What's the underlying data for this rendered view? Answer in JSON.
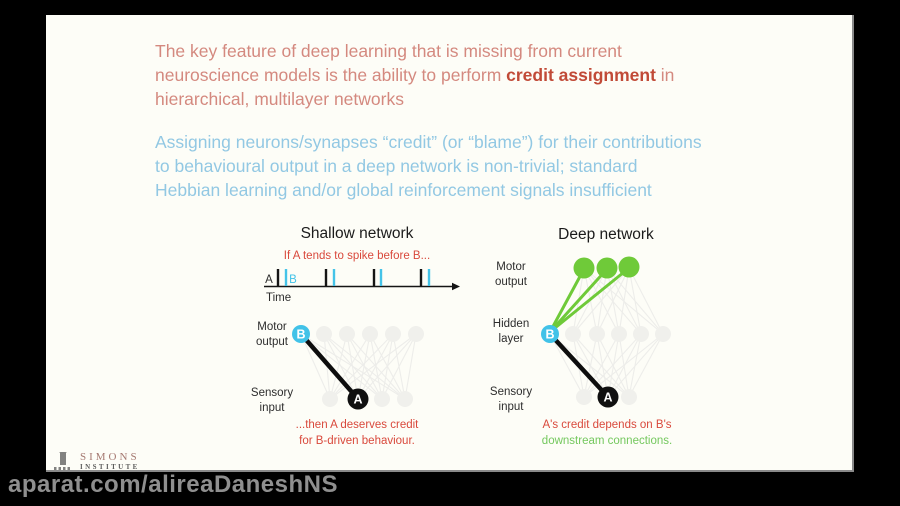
{
  "intro": {
    "line1": "The key feature of deep learning that is missing from current",
    "line2_pre": "neuroscience models is the ability to perform ",
    "line2_highlight": "credit assignment",
    "line2_post": " in",
    "line3": "hierarchical, multilayer networks"
  },
  "challenge": {
    "line1": "Assigning neurons/synapses “credit” (or “blame”) for their contributions",
    "line2": "to behavioural output in a deep network is non-trivial; standard",
    "line3": "Hebbian learning and/or global reinforcement signals insufficient"
  },
  "shallow": {
    "title": "Shallow network",
    "hint": "If A tends to spike before B...",
    "axis_label_a": "A",
    "axis_label_b": "B",
    "time_label": "Time",
    "motor_label_1": "Motor",
    "motor_label_2": "output",
    "sensory_label_1": "Sensory",
    "sensory_label_2": "input",
    "node_b": "B",
    "node_a": "A",
    "caption_1": "...then A deserves credit",
    "caption_2": "for B-driven behaviour."
  },
  "deep": {
    "title": "Deep network",
    "motor_label_1": "Motor",
    "motor_label_2": "output",
    "hidden_label_1": "Hidden",
    "hidden_label_2": "layer",
    "sensory_label_1": "Sensory",
    "sensory_label_2": "input",
    "node_b": "B",
    "node_a": "A",
    "caption_red": "A's credit depends on B's",
    "caption_green": "downstream connections."
  },
  "logo": {
    "line1": "SIMONS",
    "line2": "INSTITUTE"
  },
  "watermark": {
    "text": "aparat.com/alireaDaneshNS"
  },
  "colors": {
    "intro_text": "#d4897f",
    "intro_highlight": "#c14a37",
    "challenge_text": "#92c8e3",
    "caption_red": "#d9493c",
    "caption_green": "#74c85e",
    "node_green": "#6fca39",
    "node_cyan": "#41c2e8",
    "node_black": "#101010",
    "node_faint_gray": "#f0f0ec",
    "watermark_gray": "#8f8f8f",
    "slide_bg": "#fdfdf7",
    "frame_bg": "#000000"
  }
}
